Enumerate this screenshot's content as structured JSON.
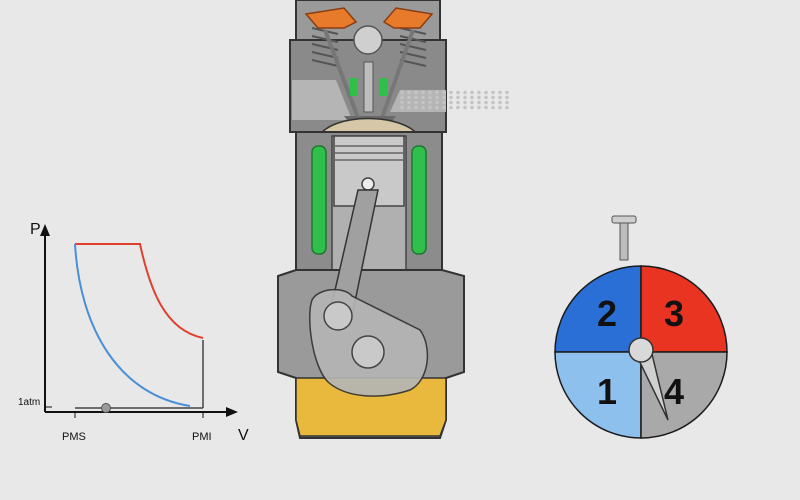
{
  "pv_diagram": {
    "y_axis_label": "P",
    "x_axis_label": "V",
    "pressure_tick": "1atm",
    "x_tick_left": "PMS",
    "x_tick_right": "PMI",
    "colors": {
      "hot_curve": "#e0402f",
      "cold_curve": "#4a8fd8",
      "axis": "#111111"
    }
  },
  "cycle_wheel": {
    "quadrants": [
      {
        "label": "2",
        "color": "#2a6fd6"
      },
      {
        "label": "3",
        "color": "#e83420"
      },
      {
        "label": "1",
        "color": "#8ec0ee"
      },
      {
        "label": "4",
        "color": "#a9a9a9"
      }
    ]
  },
  "engine": {
    "colors": {
      "coolant": "#2fbf4a",
      "oil": "#e8b93c",
      "rocker": "#e87a2c",
      "block": "#8c8c8c",
      "piston": "#c9c9c9"
    }
  }
}
